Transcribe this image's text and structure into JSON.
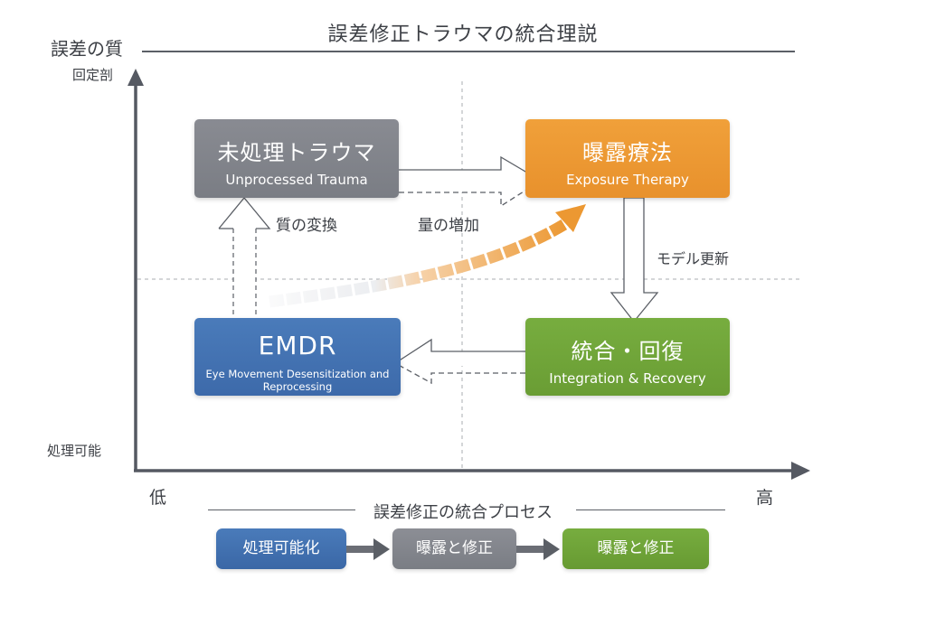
{
  "title": "誤差修正トラウマの統合理説",
  "y_axis": {
    "title": "誤差の質",
    "top_label": "回定剖",
    "bottom_label": "処理可能"
  },
  "x_axis": {
    "low_label": "低",
    "high_label": "高"
  },
  "nodes": {
    "unprocessed": {
      "jp": "未処理トラウマ",
      "en": "Unprocessed Trauma",
      "color": "#80838a"
    },
    "exposure": {
      "jp": "曝露療法",
      "en": "Exposure Therapy",
      "color": "#ec9832"
    },
    "emdr": {
      "jp": "EMDR",
      "en": "Eye Movement Desensitization and Reprocessing",
      "color": "#4474b2"
    },
    "integration": {
      "jp": "統合・回復",
      "en": "Integration & Recovery",
      "color": "#70a53a"
    }
  },
  "edge_labels": {
    "quality_transform": "質の変換",
    "quantity_increase": "量の増加",
    "model_update": "モデル更新"
  },
  "process": {
    "title": "誤差修正の統合プロセス",
    "steps": [
      {
        "label": "処理可能化",
        "color": "#4474b2"
      },
      {
        "label": "曝露と修正",
        "color": "#83868d"
      },
      {
        "label": "曝露と修正",
        "color": "#70a53a"
      }
    ]
  }
}
